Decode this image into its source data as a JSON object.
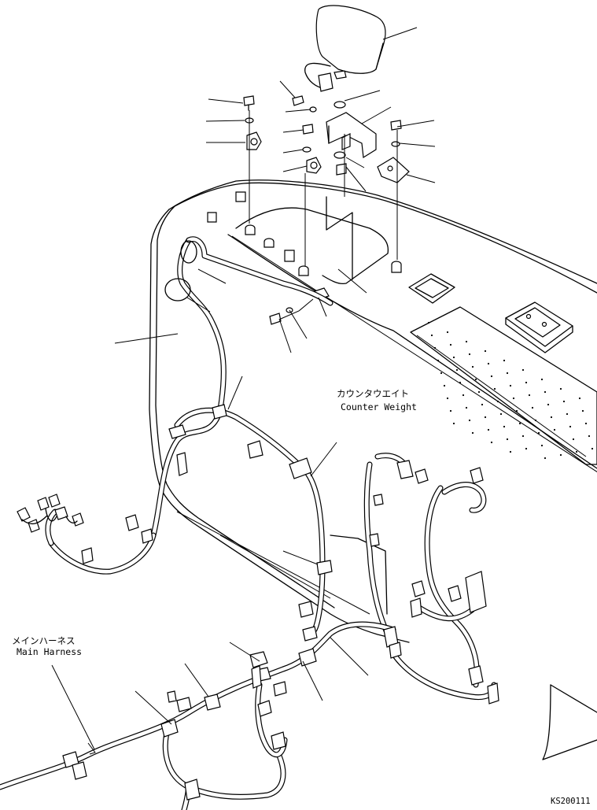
{
  "labels": {
    "counterweight_jp": "カウンタウエイト",
    "counterweight_en": "Counter Weight",
    "main_harness_jp": "メインハーネス",
    "main_harness_en": "Main Harness",
    "drawing_code": "KS200111"
  },
  "icons": {
    "lamp": "work-lamp-icon",
    "bracket": "bracket-icon",
    "bolt": "bolt-icon",
    "washer": "washer-icon",
    "clamp": "clamp-icon",
    "connector": "connector-icon"
  },
  "colors": {
    "line": "#000000",
    "background": "#ffffff"
  }
}
